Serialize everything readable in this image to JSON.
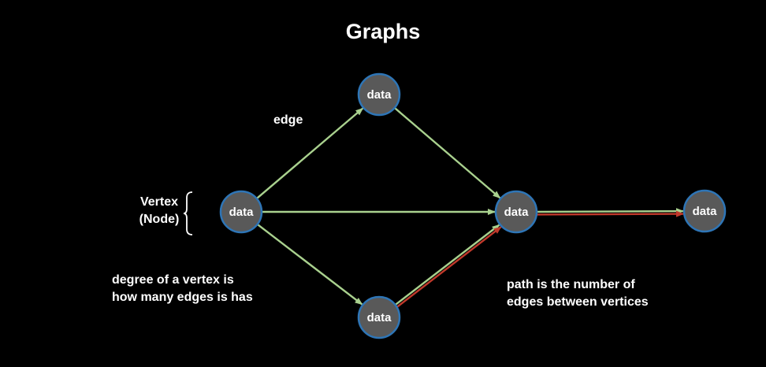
{
  "title": "Graphs",
  "labels": {
    "edge": "edge",
    "vertex_line1": "Vertex",
    "vertex_line2": "(Node)",
    "degree_line1": "degree of a vertex is",
    "degree_line2": "how many edges is has",
    "path_line1": "path is the number of",
    "path_line2": "edges between vertices"
  },
  "nodes": [
    {
      "id": "left",
      "label": "data"
    },
    {
      "id": "top",
      "label": "data"
    },
    {
      "id": "center",
      "label": "data"
    },
    {
      "id": "bottom",
      "label": "data"
    },
    {
      "id": "right",
      "label": "data"
    }
  ],
  "edges": [
    {
      "from": "left",
      "to": "top",
      "kind": "edge"
    },
    {
      "from": "left",
      "to": "center",
      "kind": "edge"
    },
    {
      "from": "left",
      "to": "bottom",
      "kind": "edge"
    },
    {
      "from": "top",
      "to": "center",
      "kind": "edge"
    },
    {
      "from": "bottom",
      "to": "center",
      "kind": "edge"
    },
    {
      "from": "center",
      "to": "right",
      "kind": "edge"
    },
    {
      "from": "bottom",
      "to": "center",
      "kind": "path"
    },
    {
      "from": "center",
      "to": "right",
      "kind": "path"
    }
  ],
  "colors": {
    "background": "#000000",
    "node_fill": "#595959",
    "node_stroke": "#2e75b6",
    "edge": "#a9d18e",
    "path": "#c0392b",
    "text": "#ffffff"
  }
}
